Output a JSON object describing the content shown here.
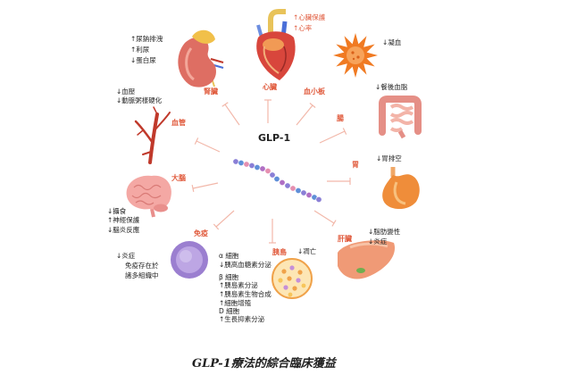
{
  "diagram": {
    "center_label": "GLP-1",
    "caption": "GLP-1療法的綜合臨床獲益"
  },
  "colors": {
    "label": "#e05a3c",
    "text": "#222222",
    "highlight": "#e05a3c",
    "connector": "#f2b8aa"
  },
  "organs": {
    "kidney": {
      "label": "腎臟",
      "icon": "kidney-icon",
      "effects": [
        "↑尿鈉排洩",
        "↑利尿",
        "↓蛋白尿"
      ]
    },
    "heart": {
      "label": "心臟",
      "icon": "heart-icon",
      "effects": [
        "↑心臟保護",
        "↑心率"
      ]
    },
    "platelets": {
      "label": "血小板",
      "icon": "platelet-icon",
      "effects": [
        "↓凝血"
      ]
    },
    "intestine": {
      "label": "腸",
      "icon": "intestine-icon",
      "effects": [
        "↓餐後血脂"
      ]
    },
    "stomach": {
      "label": "胃",
      "icon": "stomach-icon",
      "effects": [
        "↓胃排空"
      ]
    },
    "liver": {
      "label": "肝臟",
      "icon": "liver-icon",
      "effects": [
        "↓脂肪變性",
        "↓炎症"
      ]
    },
    "islets": {
      "label": "胰島",
      "icon": "islet-icon",
      "effects": [
        "↓凋亡"
      ],
      "cells": [
        {
          "name": "α 細胞",
          "effects": [
            "↓胰高血糖素分泌"
          ]
        },
        {
          "name": "β 細胞",
          "effects": [
            "↑胰島素分泌",
            "↑胰島素生物合成",
            "↑細胞增殖"
          ]
        },
        {
          "name": "D 細胞",
          "effects": [
            "↑生長抑素分泌"
          ]
        }
      ]
    },
    "immune": {
      "label": "免疫",
      "icon": "immune-cell-icon",
      "effects": [
        "↓炎症"
      ],
      "note": [
        "免疫存在於",
        "諸多組織中"
      ]
    },
    "brain": {
      "label": "大腦",
      "icon": "brain-icon",
      "effects": [
        "↓攝食",
        "↑神經保護",
        "↓腦炎反應"
      ]
    },
    "blood_vessels": {
      "label": "血管",
      "icon": "blood-vessel-icon",
      "effects": [
        "↓血壓",
        "↓動脈粥樣硬化"
      ]
    }
  }
}
